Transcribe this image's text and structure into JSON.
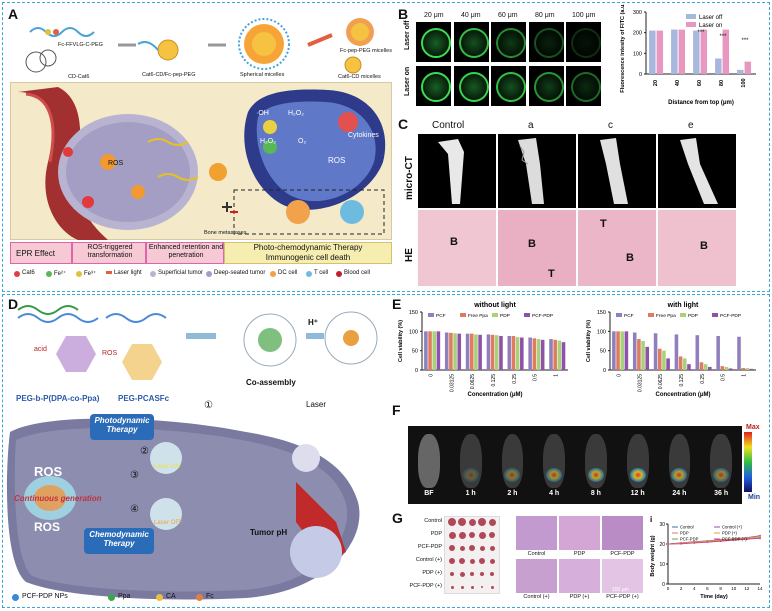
{
  "panels": {
    "A": "A",
    "B": "B",
    "C": "C",
    "D": "D",
    "E": "E",
    "F": "F",
    "G": "G"
  },
  "A": {
    "top_labels": [
      "Fc-FFVLG-C-PEG",
      "Cat6-CD/Fc-pep-PEG",
      "Spherical micelles",
      "Fc-pep-PEG micelles",
      "CD-Cat6",
      "Cat6-CD micelles"
    ],
    "chem": {
      "oh": "·OH",
      "h2o2a": "H₂O₂",
      "h2o2b": "H₂O₂",
      "o2": "O₂",
      "ros": "ROS"
    },
    "scene": {
      "ros_label": "ROS",
      "cytokines": "Cytokines",
      "bone": "Bone metastases"
    },
    "bands": [
      "EPR Effect",
      "ROS-triggered transformation",
      "Enhanced retention and penetration",
      "Photo-chemodynamic Therapy\nImmunogenic cell death"
    ],
    "legend": [
      "Cat6",
      "Fe²⁺",
      "Fe³⁺",
      "Laser light",
      "Superficial tumor",
      "Deep-seated tumor",
      "DC cell",
      "T cell",
      "Blood cell"
    ]
  },
  "B": {
    "depths": [
      "20 μm",
      "40 μm",
      "60 μm",
      "80 μm",
      "100 μm"
    ],
    "rows": [
      "Laser off",
      "Laser on"
    ],
    "chart_data": {
      "type": "bar",
      "title": "",
      "ylabel": "Fluorescence intesity of FITC (a.u.)",
      "xlabel": "Distance from top (μm)",
      "categories": [
        "20",
        "40",
        "60",
        "80",
        "100"
      ],
      "ylim": [
        0,
        300
      ],
      "yticks": [
        "0",
        "100",
        "200",
        "300"
      ],
      "series": [
        {
          "name": "Laser off",
          "color": "#a7b7de",
          "values": [
            210,
            215,
            210,
            75,
            20
          ]
        },
        {
          "name": "Laser on",
          "color": "#e898c0",
          "values": [
            210,
            215,
            215,
            215,
            60
          ]
        }
      ],
      "annotations": [
        "***",
        "***",
        "***"
      ]
    }
  },
  "C": {
    "cols": [
      "Control",
      "a",
      "c",
      "e"
    ],
    "rows": [
      "micro-CT",
      "HE"
    ],
    "he_labels": [
      "B",
      "B",
      "T",
      "T",
      "B",
      "B"
    ]
  },
  "D": {
    "polymers": [
      "PEG-b-P(DPA-co-Ppa)",
      "PEG-PCASFc"
    ],
    "texts": {
      "acid": "acid",
      "ros": "ROS",
      "coassembly": "Co-assembly",
      "h": "H⁺",
      "laser": "Laser",
      "pdt": "Photodynamic\nTherapy",
      "cdt": "Chemodynamic\nTherapy",
      "cont": "Continuous generation",
      "ros_big": "ROS",
      "ros_small": "ROS",
      "laser_on": "Laser ON",
      "laser_off": "Laser OFF",
      "tumor_ph": "Tumor pH",
      "n1": "①",
      "n2": "②",
      "n3": "③",
      "n4": "④"
    },
    "legend": [
      "PCF-PDP NPs",
      "Ppa",
      "CA",
      "Fc"
    ]
  },
  "E": {
    "charts": [
      {
        "title": "without light",
        "ylabel": "Cell viability (%)",
        "xlabel": "Concentration (μM)",
        "categories": [
          "0",
          "0.03125",
          "0.0625",
          "0.125",
          "0.25",
          "0.5",
          "1"
        ],
        "ylim": [
          0,
          150
        ],
        "yticks": [
          "0",
          "50",
          "100",
          "150"
        ],
        "series": [
          {
            "name": "PCF",
            "color": "#8f80bd",
            "values": [
              100,
              97,
              94,
              92,
              88,
              84,
              80
            ]
          },
          {
            "name": "Free Ppa",
            "color": "#e07b5f",
            "values": [
              100,
              96,
              94,
              91,
              88,
              82,
              78
            ]
          },
          {
            "name": "PDP",
            "color": "#a8d27a",
            "values": [
              100,
              95,
              92,
              90,
              85,
              80,
              76
            ]
          },
          {
            "name": "PCF-PDP",
            "color": "#8e52a8",
            "values": [
              100,
              94,
              91,
              88,
              84,
              78,
              72
            ]
          }
        ]
      },
      {
        "title": "with light",
        "ylabel": "Cell viability (%)",
        "xlabel": "Concentration (μM)",
        "categories": [
          "0",
          "0.03125",
          "0.0625",
          "0.125",
          "0.25",
          "0.5",
          "1"
        ],
        "ylim": [
          0,
          150
        ],
        "yticks": [
          "0",
          "50",
          "100",
          "150"
        ],
        "series": [
          {
            "name": "PCF",
            "color": "#8f80bd",
            "values": [
              100,
              97,
              95,
              92,
              90,
              88,
              86
            ]
          },
          {
            "name": "Free Ppa",
            "color": "#e07b5f",
            "values": [
              100,
              80,
              55,
              35,
              20,
              10,
              5
            ]
          },
          {
            "name": "PDP",
            "color": "#a8d27a",
            "values": [
              100,
              75,
              50,
              30,
              15,
              8,
              5
            ]
          },
          {
            "name": "PCF-PDP",
            "color": "#8e52a8",
            "values": [
              100,
              60,
              30,
              15,
              8,
              4,
              3
            ]
          }
        ]
      }
    ]
  },
  "F": {
    "times": [
      "BF",
      "1 h",
      "2 h",
      "4 h",
      "8 h",
      "12 h",
      "24 h",
      "36 h"
    ],
    "scale_max": "Max",
    "scale_min": "Min"
  },
  "G": {
    "tumor_labels": [
      "Control",
      "PDP",
      "PCF-PDP",
      "Control (+)",
      "PDP (+)",
      "PCF-PDP (+)"
    ],
    "he_labels": [
      "Control",
      "PDP",
      "PCF-PDP",
      "Control (+)",
      "PDP (+)",
      "PCF-PDP (+)"
    ],
    "scalebar": "100 μm",
    "panel_i": "i",
    "chart_data": {
      "type": "line",
      "ylabel": "Body weight (g)",
      "xlabel": "Time (day)",
      "x": [
        0,
        2,
        4,
        6,
        8,
        10,
        12,
        14
      ],
      "xticks": [
        "0",
        "2",
        "4",
        "6",
        "8",
        "10",
        "12",
        "14"
      ],
      "ylim": [
        0,
        30
      ],
      "yticks": [
        "0",
        "10",
        "20",
        "30"
      ],
      "series": [
        {
          "name": "Control",
          "color": "#3b6fb6",
          "values": [
            20,
            20.5,
            21,
            21.5,
            22,
            22.5,
            23,
            24
          ]
        },
        {
          "name": "PDP",
          "color": "#e07070",
          "values": [
            20,
            20.3,
            20.8,
            21.2,
            21.8,
            22.3,
            22.8,
            23.5
          ]
        },
        {
          "name": "PCF-PDP",
          "color": "#6aa84f",
          "values": [
            20,
            20.2,
            20.6,
            21,
            21.5,
            22,
            22.5,
            23
          ]
        },
        {
          "name": "Control (+)",
          "color": "#8e52a8",
          "values": [
            20,
            20.6,
            21.2,
            21.6,
            22.2,
            22.6,
            23.2,
            24.2
          ]
        },
        {
          "name": "PDP (+)",
          "color": "#e0a040",
          "values": [
            20,
            20.4,
            21,
            21.4,
            22,
            22.4,
            23,
            23.8
          ]
        },
        {
          "name": "PCF-PDP (+)",
          "color": "#d04090",
          "values": [
            20,
            20.1,
            20.5,
            20.9,
            21.4,
            21.9,
            22.4,
            22.8
          ]
        }
      ]
    }
  }
}
